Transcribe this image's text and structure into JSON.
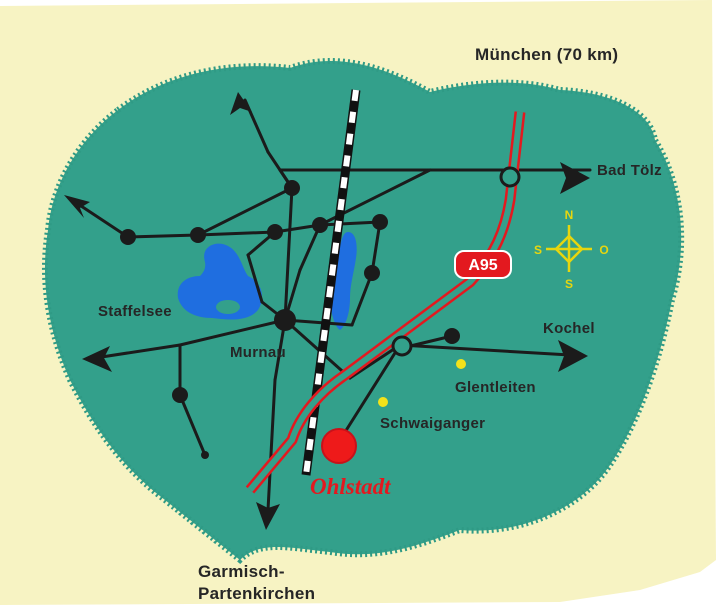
{
  "labels": {
    "muenchen": "München (70 km)",
    "bad_toelz": "Bad Tölz",
    "staffelsee": "Staffelsee",
    "murnau": "Murnau",
    "kochel": "Kochel",
    "glentleiten": "Glentleiten",
    "schwaiganger": "Schwaiganger",
    "ohlstadt": "Ohlstadt",
    "garmisch_line1": "Garmisch-",
    "garmisch_line2": "Partenkirchen",
    "highway": "A95"
  },
  "compass": {
    "north": "N",
    "south": "S",
    "west": "S",
    "east": "O"
  },
  "colors": {
    "paper": "#f7f3c3",
    "region": "#33a08b",
    "lake": "#1f6ee0",
    "road": "#1b1b1b",
    "highway": "#e3191f",
    "marker": "#ee1a1a",
    "poi": "#f3e21a",
    "compass": "#e7d60f"
  },
  "icons": {
    "compass": "compass-rose-icon",
    "town_marker": "red-dot-marker-icon",
    "railway": "railway-line-icon",
    "highway_shield": "highway-shield-icon"
  }
}
